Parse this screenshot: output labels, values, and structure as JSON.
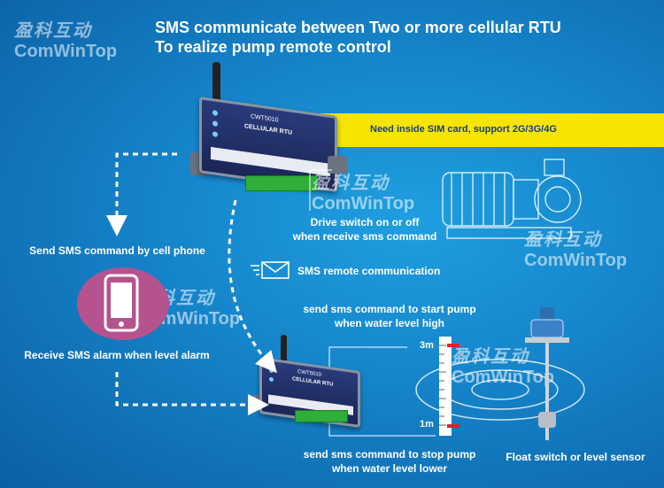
{
  "title_line1": "SMS communicate between Two or more cellular RTU",
  "title_line2": "To realize pump remote control",
  "watermark_cn": "盈科互动",
  "watermark_en": "ComWinTop",
  "sim_note": "Need inside SIM card, support 2G/3G/4G",
  "device": {
    "model": "CWT5010",
    "name": "CELLULAR RTU"
  },
  "labels": {
    "send_sms_phone": "Send SMS command by cell phone",
    "receive_alarm": "Receive SMS alarm when level alarm",
    "drive_switch_1": "Drive switch on or off",
    "drive_switch_2": "when receive sms command",
    "sms_remote": "SMS remote communication",
    "start_pump_1": "send sms command to start pump",
    "start_pump_2": "when water level high",
    "stop_pump_1": "send sms command to stop pump",
    "stop_pump_2": "when water level lower",
    "float_switch": "Float switch or level sensor"
  },
  "gauge": {
    "top": "3m",
    "bottom": "1m"
  },
  "colors": {
    "background": "#1583c9",
    "sim_bar": "#f6e500",
    "phone_circle": "#b4538e",
    "terminal": "#2fae3a"
  }
}
